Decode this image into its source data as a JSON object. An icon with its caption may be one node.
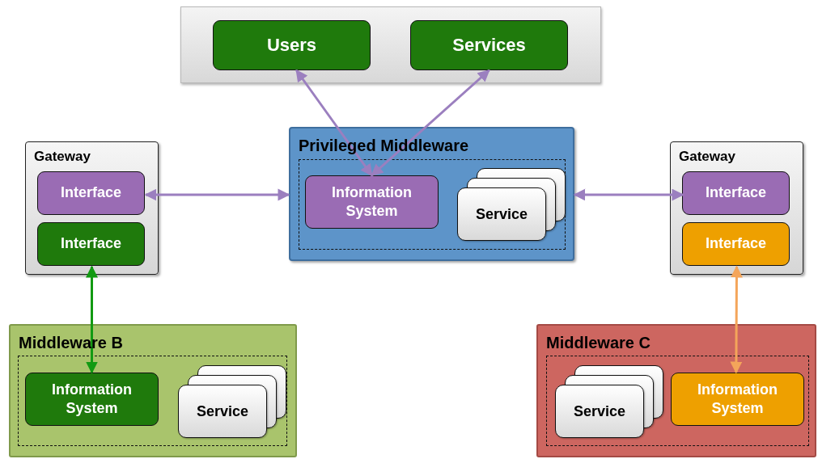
{
  "diagram": {
    "nodes": [
      {
        "text": [],
        "shape": "box"
      },
      {
        "text": [
          "Users"
        ],
        "in": 0
      },
      {
        "text": [
          "Services"
        ],
        "in": 0
      },
      {
        "text": [
          "Gateway"
        ]
      },
      {
        "text": [
          "Interface"
        ],
        "in": 3
      },
      {
        "text": [
          "Interface"
        ],
        "in": 3
      },
      {
        "text": [
          "Privileged Middleware"
        ]
      },
      {
        "text": [
          "Information System"
        ],
        "in": 6
      },
      {
        "text": [
          "Service"
        ],
        "in": 6
      },
      {
        "text": [
          "Gateway"
        ]
      },
      {
        "text": [
          "Interface"
        ],
        "in": 9
      },
      {
        "text": [
          "Interface"
        ],
        "in": 9
      },
      {
        "text": [
          "Middleware B"
        ]
      },
      {
        "text": [
          "Information System"
        ],
        "in": 12
      },
      {
        "text": [
          "Service"
        ],
        "in": 12
      },
      {
        "text": [
          "Middleware C"
        ]
      },
      {
        "text": [
          "Service"
        ],
        "in": 15
      },
      {
        "text": [
          "Information System"
        ],
        "in": 15
      }
    ],
    "edges": [
      {
        "from": 7,
        "to": 1,
        "arrow": "both",
        "color": "#9b7fbf"
      },
      {
        "from": 7,
        "to": 2,
        "arrow": "both",
        "color": "#9b7fbf"
      },
      {
        "from": 4,
        "to": 6,
        "arrow": "both",
        "color": "#9b7fbf"
      },
      {
        "from": 6,
        "to": 10,
        "arrow": "both",
        "color": "#9b7fbf"
      },
      {
        "from": 5,
        "to": 13,
        "arrow": "both",
        "color": "#129a12"
      },
      {
        "from": 11,
        "to": 17,
        "arrow": "both",
        "color": "#f4a55a"
      }
    ]
  }
}
